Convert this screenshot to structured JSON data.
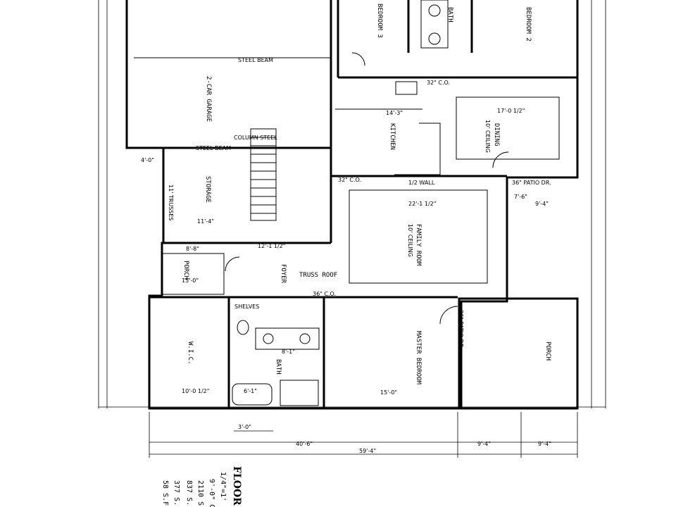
{
  "rooms": {
    "bedroom3": "BEDROOM 3",
    "bath_top": "BATH",
    "bedroom2": "BEDROOM 2",
    "garage": "2-CAR GARAGE",
    "kitchen": "KITCHEN",
    "dining": "DINING",
    "dining_ceiling": "10' CEILING",
    "storage": "STORAGE",
    "family": "FAMILY ROOM",
    "family_ceiling": "10' CEILING",
    "porch_left": "PORCH",
    "foyer": "FOYER",
    "truss": "TRUSS ROOF",
    "wic": "W.I.C.",
    "bath_master": "BATH",
    "master": "MASTER BEDROOM",
    "porch_right": "PORCH"
  },
  "labels": {
    "steel_beam_top": "STEEL BEAM",
    "steel_beam_mid": "STEEL BEAM",
    "column_steel": "COLUMN STEEL",
    "half_wall": "1/2 WALL",
    "patio_dr": "36\" PATIO DR.",
    "patio_dr2": "36\" PATIO DR.",
    "shelves": "SHELVES",
    "co_32": "32\" C.O.",
    "co_32b": "32\" C.O.",
    "co_36": "36\" C.O.",
    "trusses": "11' TRUSSES"
  },
  "dimensions": {
    "d_14_3": "14'-3\"",
    "d_17_0": "17'-0 1/2\"",
    "d_22_1": "22'-1 1/2\"",
    "d_11_4": "11'-4\"",
    "d_12_1": "12'-1 1/2\"",
    "d_8_8": "8'-8\"",
    "d_15_0": "15'-0\"",
    "d_10_0": "10'-0 1/2\"",
    "d_15_0b": "15'-0\"",
    "d_8_1": "8'-1\"",
    "d_6_1": "6'-1\"",
    "d_3_0": "3'-0\"",
    "d_40_6": "40'-6\"",
    "d_9_4": "9'-4\"",
    "d_9_4b": "9'-4\"",
    "d_59_4": "59'-4\"",
    "d_7_6": "7'-6\"",
    "d_4_0": "4'-0\"",
    "d_9_4c": "9'-4\""
  },
  "title": {
    "main": "FLOOR",
    "scale": "1/4\"=1'",
    "ceiling": "9'-0\" C",
    "area1": "2110 S",
    "area2": "837 S.",
    "area3": "377 S.",
    "area4": "58 S.F"
  },
  "colors": {
    "ink": "#000000",
    "paper": "#ffffff"
  }
}
